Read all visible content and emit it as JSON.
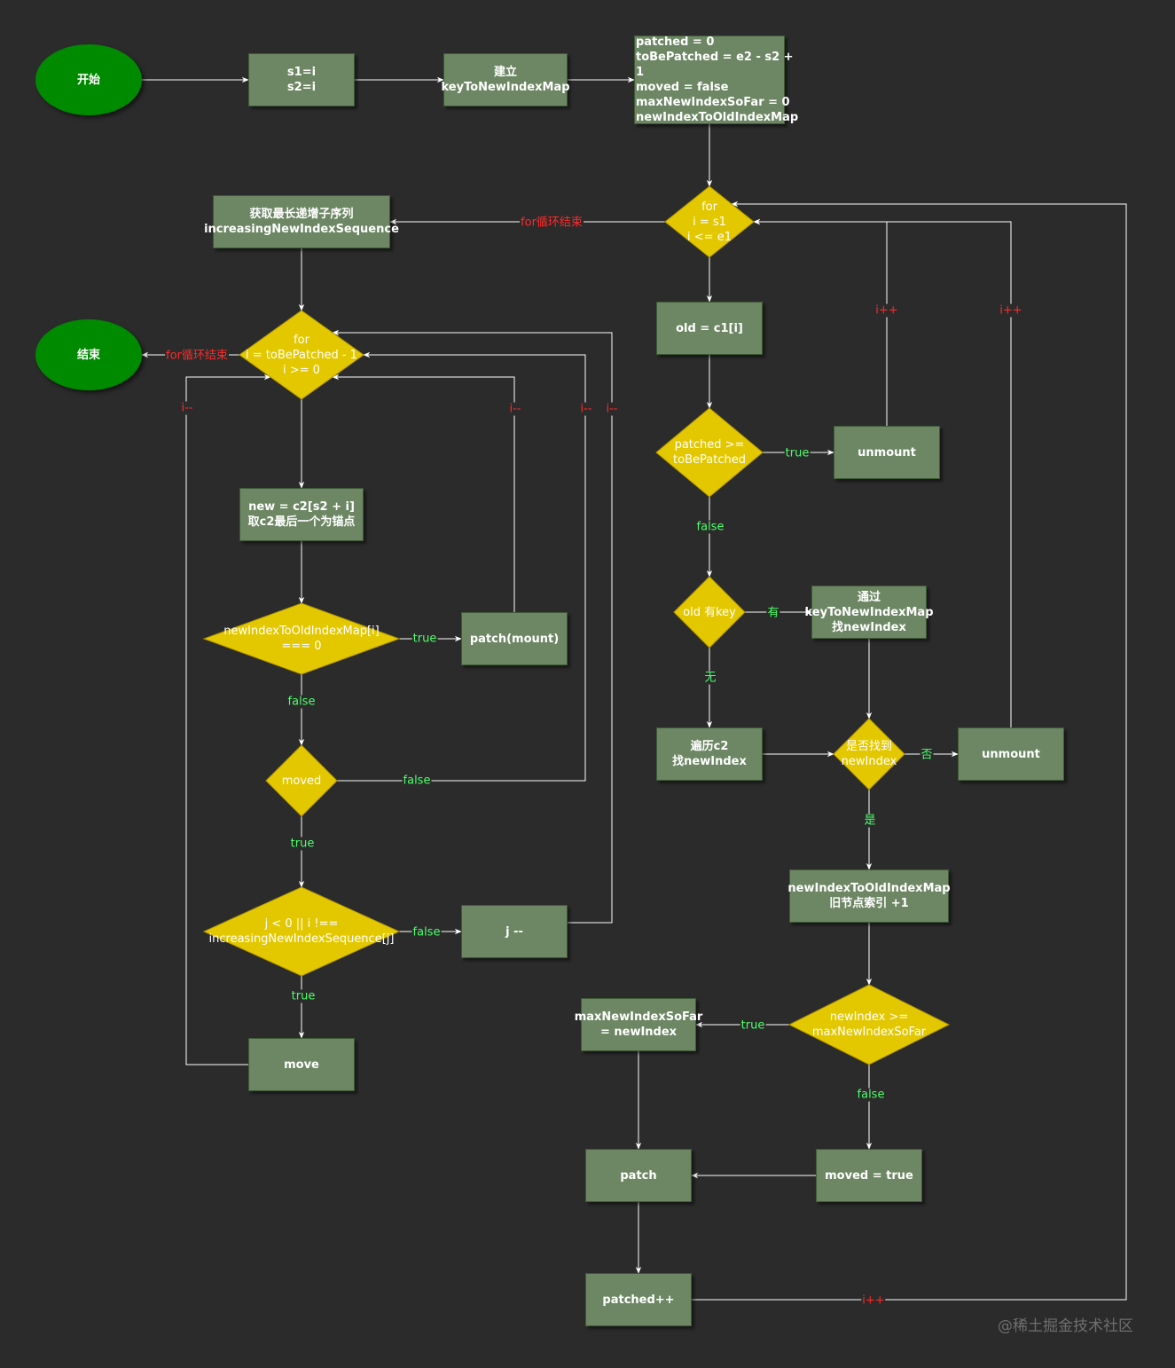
{
  "nodes": {
    "start": "开始",
    "assign_s": "s1=i\ns2=i",
    "build_map": "建立\nkeyToNewIndexMap",
    "init_vars": "patched = 0\ntoBePatched = e2 - s2 + 1\nmoved = false\nmaxNewIndexSoFar = 0\nnewIndexToOldIndexMap",
    "for1": "for\ni = s1\ni <= e1",
    "get_lis": "获取最长递增子序列\nincreasingNewIndexSequence",
    "old": "old = c1[i]",
    "end": "结束",
    "for2": "for\ni = toBePatched - 1\ni >= 0",
    "patched_cmp": "patched >=\ntoBePatched",
    "unmount1": "unmount",
    "new_anchor": "new = c2[s2 + i]\n取c2最后一个为锚点",
    "old_has_key": "old 有key",
    "find_by_map": "通过\nkeyToNewIndexMap\n找newIndex",
    "map_zero": "newIndexToOldIndexMap[i]\n=== 0",
    "patch_mount": "patch(mount)",
    "traverse_c2": "遍历c2\n找newIndex",
    "found": "是否找到\nnewIndex",
    "unmount2": "unmount",
    "moved": "moved",
    "set_map": "newIndexToOldIndexMap\n旧节点索引 +1",
    "j_check": "j < 0 || i !==\nincreasingNewIndexSequence[j]",
    "j_dec": "j --",
    "max_set": "maxNewIndexSoFar\n= newIndex",
    "newindex_cmp": "newIndex >=\nmaxNewIndexSoFar",
    "move": "move",
    "patch": "patch",
    "moved_true": "moved = true",
    "patched_inc": "patched++"
  },
  "edge_labels": {
    "for_end_1": "for循环结束",
    "for_end_2": "for循环结束",
    "i_inc_1": "i++",
    "i_inc_2": "i++",
    "i_inc_3": "i++",
    "i_dec_1": "i--",
    "i_dec_2": "i--",
    "i_dec_3": "i--",
    "i_dec_4": "i--",
    "true_unmount": "true",
    "false_patched": "false",
    "you": "有",
    "wu": "无",
    "fou": "否",
    "shi": "是",
    "true_mount": "true",
    "false_map": "false",
    "false_moved": "false",
    "true_moved": "true",
    "false_j": "false",
    "true_j": "true",
    "true_max": "true",
    "false_max": "false"
  },
  "watermark": "@稀土掘金技术社区",
  "colors": {
    "background": "#2b2b2b",
    "process_fill": "#6d8764",
    "process_border": "#3f5a37",
    "terminal_fill": "#008a00",
    "decision_fill": "#e3c800",
    "decision_border": "#b09500",
    "edge": "#ffffff",
    "label_green": "#4cff6a",
    "label_red": "#ff2a2a"
  }
}
